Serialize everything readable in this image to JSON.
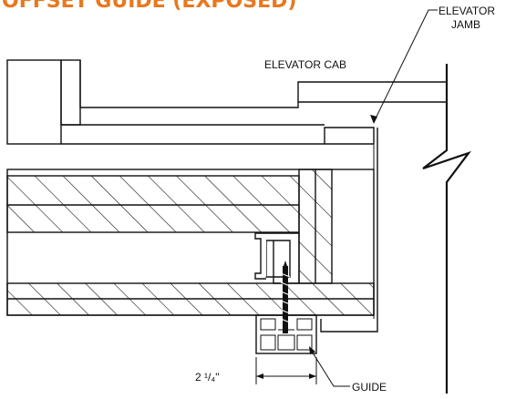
{
  "title": "OFFSET GUIDE (EXPOSED)",
  "labels": {
    "elevator_jamb_line1": "ELEVATOR",
    "elevator_jamb_line2": "JAMB",
    "elevator_cab": "ELEVATOR CAB",
    "guide": "GUIDE",
    "dimension": "2 ¹/₄\""
  },
  "colors": {
    "title": "#E8781F",
    "line": "#111111",
    "background": "#FFFFFF"
  }
}
